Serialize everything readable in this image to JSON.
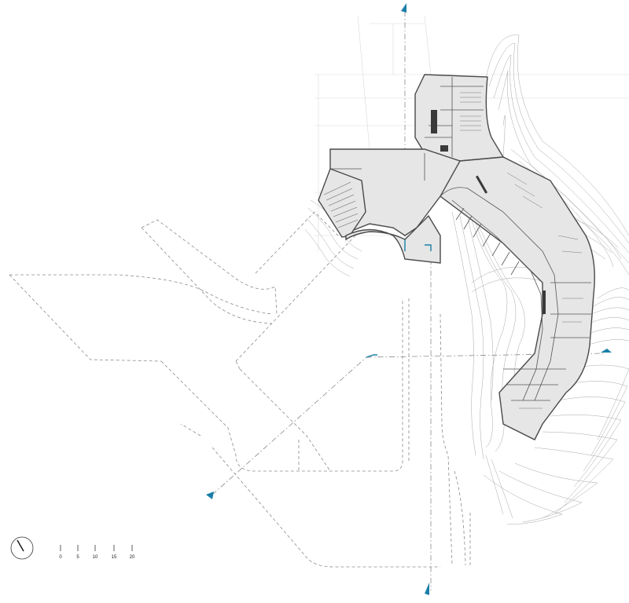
{
  "drawing": {
    "accent_color": "#1a7fa8",
    "line_color": "#8a8a8a",
    "wall_color": "#4a4a4a",
    "floor_fill": "#e6e6e6",
    "section_markers": [
      "section-marker-top",
      "section-marker-right",
      "section-marker-bottom",
      "section-marker-left"
    ],
    "north_arrow_icon": "north-arrow-icon"
  },
  "scale_bar": {
    "labels": [
      "0",
      "5",
      "10",
      "15",
      "20"
    ]
  }
}
